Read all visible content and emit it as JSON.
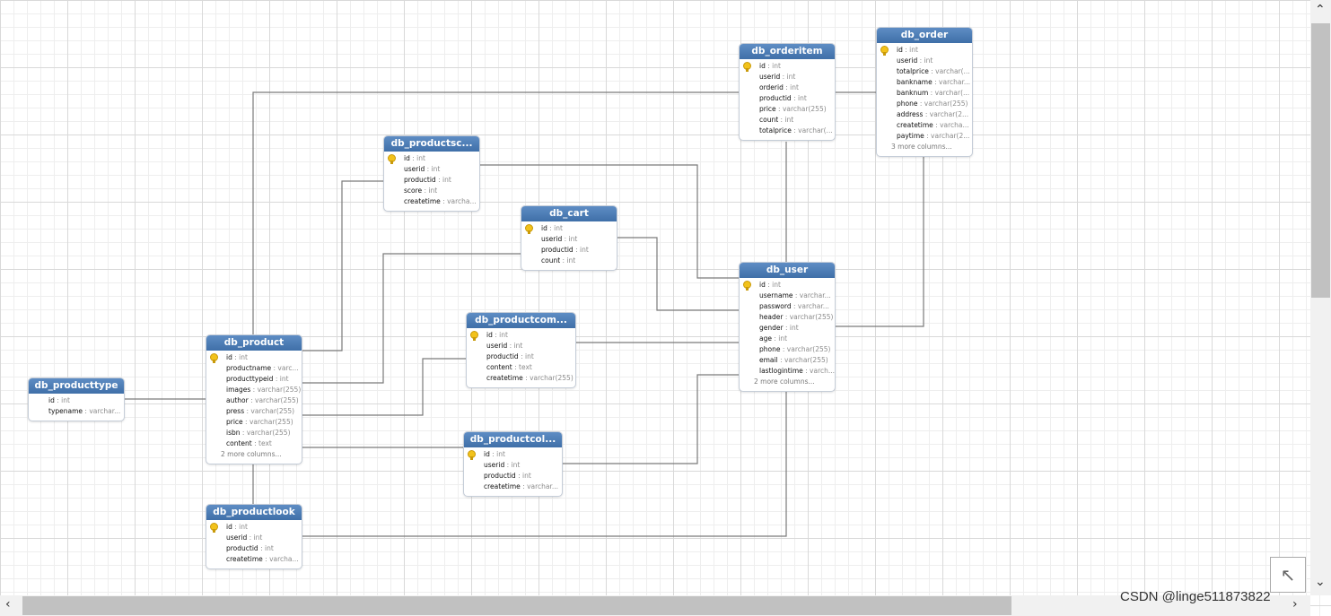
{
  "tables": [
    {
      "id": "db_orderitem",
      "title": "db_orderitem",
      "columns": [
        {
          "name": "id",
          "type": "int",
          "key": true
        },
        {
          "name": "userid",
          "type": "int"
        },
        {
          "name": "orderid",
          "type": "int"
        },
        {
          "name": "productid",
          "type": "int"
        },
        {
          "name": "price",
          "type": "varchar(255)"
        },
        {
          "name": "count",
          "type": "int"
        },
        {
          "name": "totalprice",
          "type": "varchar(..."
        }
      ],
      "more": ""
    },
    {
      "id": "db_order",
      "title": "db_order",
      "columns": [
        {
          "name": "id",
          "type": "int",
          "key": true
        },
        {
          "name": "userid",
          "type": "int"
        },
        {
          "name": "totalprice",
          "type": "varchar(..."
        },
        {
          "name": "bankname",
          "type": "varchar..."
        },
        {
          "name": "banknum",
          "type": "varchar(..."
        },
        {
          "name": "phone",
          "type": "varchar(255)"
        },
        {
          "name": "address",
          "type": "varchar(2..."
        },
        {
          "name": "createtime",
          "type": "varcha..."
        },
        {
          "name": "paytime",
          "type": "varchar(2..."
        }
      ],
      "more": "3 more columns..."
    },
    {
      "id": "db_productsc",
      "title": "db_productsc...",
      "columns": [
        {
          "name": "id",
          "type": "int",
          "key": true
        },
        {
          "name": "userid",
          "type": "int"
        },
        {
          "name": "productid",
          "type": "int"
        },
        {
          "name": "score",
          "type": "int"
        },
        {
          "name": "createtime",
          "type": "varcha..."
        }
      ],
      "more": ""
    },
    {
      "id": "db_cart",
      "title": "db_cart",
      "columns": [
        {
          "name": "id",
          "type": "int",
          "key": true
        },
        {
          "name": "userid",
          "type": "int"
        },
        {
          "name": "productid",
          "type": "int"
        },
        {
          "name": "count",
          "type": "int"
        }
      ],
      "more": ""
    },
    {
      "id": "db_user",
      "title": "db_user",
      "columns": [
        {
          "name": "id",
          "type": "int",
          "key": true
        },
        {
          "name": "username",
          "type": "varchar..."
        },
        {
          "name": "password",
          "type": "varchar..."
        },
        {
          "name": "header",
          "type": "varchar(255)"
        },
        {
          "name": "gender",
          "type": "int"
        },
        {
          "name": "age",
          "type": "int"
        },
        {
          "name": "phone",
          "type": "varchar(255)"
        },
        {
          "name": "email",
          "type": "varchar(255)"
        },
        {
          "name": "lastlogintime",
          "type": "varch..."
        }
      ],
      "more": "2 more columns..."
    },
    {
      "id": "db_productcom",
      "title": "db_productcom...",
      "columns": [
        {
          "name": "id",
          "type": "int",
          "key": true
        },
        {
          "name": "userid",
          "type": "int"
        },
        {
          "name": "productid",
          "type": "int"
        },
        {
          "name": "content",
          "type": "text"
        },
        {
          "name": "createtime",
          "type": "varchar(255)"
        }
      ],
      "more": ""
    },
    {
      "id": "db_product",
      "title": "db_product",
      "columns": [
        {
          "name": "id",
          "type": "int",
          "key": true
        },
        {
          "name": "productname",
          "type": "varc..."
        },
        {
          "name": "producttypeid",
          "type": "int"
        },
        {
          "name": "images",
          "type": "varchar(255)"
        },
        {
          "name": "author",
          "type": "varchar(255)"
        },
        {
          "name": "press",
          "type": "varchar(255)"
        },
        {
          "name": "price",
          "type": "varchar(255)"
        },
        {
          "name": "isbn",
          "type": "varchar(255)"
        },
        {
          "name": "content",
          "type": "text"
        }
      ],
      "more": "2 more columns..."
    },
    {
      "id": "db_producttype",
      "title": "db_producttype",
      "columns": [
        {
          "name": "id",
          "type": "int"
        },
        {
          "name": "typename",
          "type": "varchar..."
        }
      ],
      "more": ""
    },
    {
      "id": "db_productcol",
      "title": "db_productcol...",
      "columns": [
        {
          "name": "id",
          "type": "int",
          "key": true
        },
        {
          "name": "userid",
          "type": "int"
        },
        {
          "name": "productid",
          "type": "int"
        },
        {
          "name": "createtime",
          "type": "varchar..."
        }
      ],
      "more": ""
    },
    {
      "id": "db_productlook",
      "title": "db_productlook",
      "columns": [
        {
          "name": "id",
          "type": "int",
          "key": true
        },
        {
          "name": "userid",
          "type": "int"
        },
        {
          "name": "productid",
          "type": "int"
        },
        {
          "name": "createtime",
          "type": "varcha..."
        }
      ],
      "more": ""
    }
  ],
  "watermark": "CSDN @linge511873822",
  "zoom_icon": "fit-to-screen-icon"
}
